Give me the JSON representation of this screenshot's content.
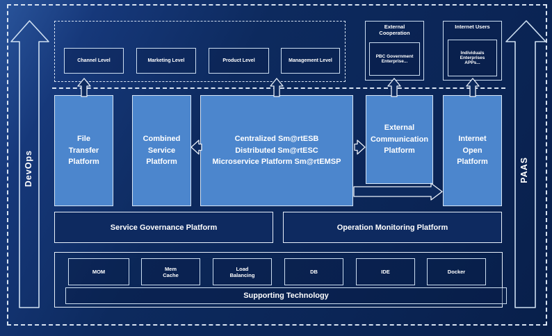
{
  "rails": {
    "left": "DevOps",
    "right": "PAAS"
  },
  "levels": [
    "Channel Level",
    "Marketing Level",
    "Product Level",
    "Management Level"
  ],
  "external_cooperation": {
    "title": "External\nCooperation",
    "members": "PBC Government\nEnterprise..."
  },
  "internet_users": {
    "title": "Internet Users",
    "members": "Individuals\nEnterprises\nAPPs..."
  },
  "platforms": {
    "file_transfer": "File\nTransfer\nPlatform",
    "combined_service": "Combined\nService\nPlatform",
    "central": "Centralized Sm@rtESB\nDistributed Sm@rtESC\nMicroservice Platform Sm@rtEMSP",
    "external_communication": "External\nCommunication\nPlatform",
    "internet_open": "Internet\nOpen\nPlatform"
  },
  "governance": {
    "service": "Service Governance Platform",
    "monitoring": "Operation Monitoring Platform"
  },
  "supporting": {
    "techs": [
      "MOM",
      "Mem\nCache",
      "Load\nBalancing",
      "DB",
      "IDE",
      "Docker"
    ],
    "label": "Supporting Technology"
  },
  "colors": {
    "background": "#0d2a5e",
    "platform_fill": "#4c86cd",
    "border_light": "#d7e5f5",
    "text": "#ffffff"
  }
}
